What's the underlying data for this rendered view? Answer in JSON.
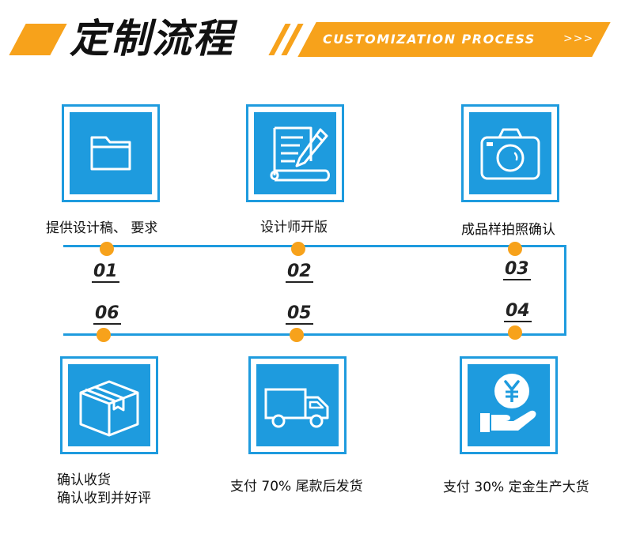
{
  "header": {
    "title": "定制流程",
    "banner_text": "CUSTOMIZATION PROCESS",
    "banner_arrows": ">>>"
  },
  "colors": {
    "accent_orange": "#f7a21b",
    "brand_blue": "#1e9bde",
    "text": "#111111"
  },
  "steps": [
    {
      "number": "01",
      "label": "提供设计稿、 要求",
      "icon": "folder-icon"
    },
    {
      "number": "02",
      "label": "设计师开版",
      "icon": "document-pen-icon"
    },
    {
      "number": "03",
      "label": "成品样拍照确认",
      "icon": "camera-icon"
    },
    {
      "number": "04",
      "label": "支付 30% 定金生产大货",
      "icon": "yuan-coin-hand-icon"
    },
    {
      "number": "05",
      "label": "支付 70% 尾款后发货",
      "icon": "delivery-truck-icon"
    },
    {
      "number": "06",
      "label_line1": "确认收货",
      "label_line2": "确认收到并好评",
      "icon": "package-box-icon"
    }
  ]
}
